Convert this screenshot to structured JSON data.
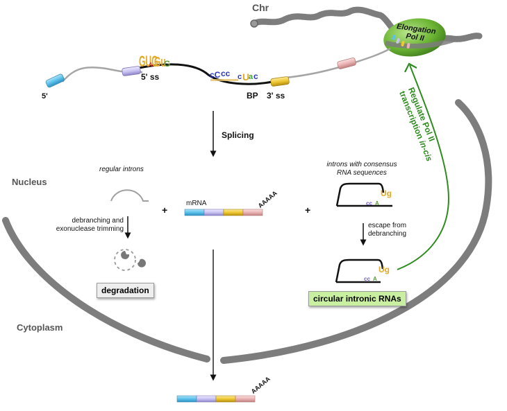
{
  "diagram": {
    "title_chr": "Chr",
    "pol2_label_line1": "Elongation",
    "pol2_label_line2": "Pol II",
    "gene": {
      "five_prime_label": "5'",
      "five_ss_label": "5' ss",
      "bp_label": "BP",
      "three_ss_label": "3' ss"
    },
    "splicing_label": "Splicing",
    "compartments": {
      "nucleus": "Nucleus",
      "cytoplasm": "Cytoplasm"
    },
    "regular_introns": {
      "title": "regular introns",
      "step_line1": "debranching and",
      "step_line2": "exonuclease trimming",
      "outcome": "degradation"
    },
    "mrna": {
      "label": "mRNA",
      "polya": "AAAAA",
      "exon_colors": [
        "#5bc2ec",
        "#c9c3f2",
        "#efc832",
        "#eab3b3"
      ]
    },
    "plus_sign": "+",
    "consensus_introns": {
      "title_line1": "introns with consensus",
      "title_line2": "RNA sequences",
      "step_line1": "escape from",
      "step_line2": "debranching",
      "outcome": "circular intronic RNAs"
    },
    "feedback": {
      "line1": "Regulate Pol II",
      "line2_prefix": "transcription ",
      "line2_italic": "in-cis",
      "color": "#2e8b1e"
    },
    "cytoplasm_polya": "AAAAA",
    "colors": {
      "membrane": "#6f6f6f",
      "pol2_fill": "#7cc043",
      "circ_box": "#c8f0a0",
      "degradation_box": "#eeeeee"
    }
  }
}
